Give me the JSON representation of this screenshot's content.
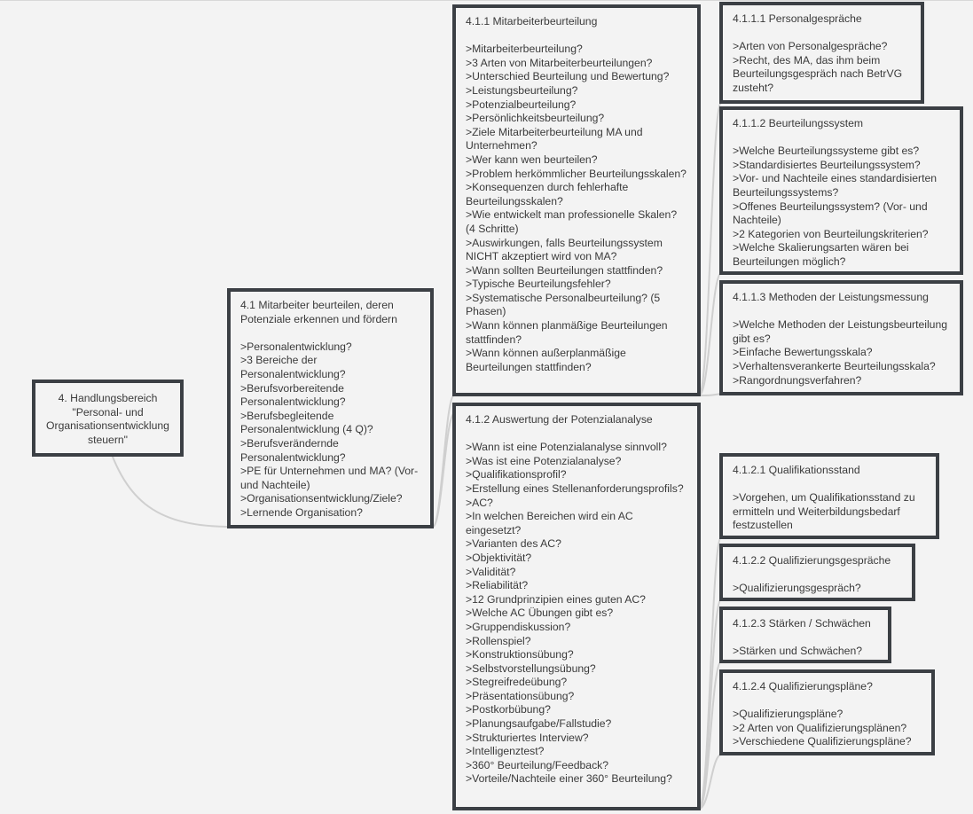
{
  "colors": {
    "background": "#f3f3f3",
    "border": "#3b3f44",
    "connector": "#cfcfcf",
    "text": "#3a3a3a"
  },
  "root": {
    "label": "4. Handlungsbereich \"Personal- und Organisationsentwicklung steuern\""
  },
  "n41": {
    "title": "4.1 Mitarbeiter beurteilen, deren Potenziale erkennen und fördern",
    "items": [
      ">Personalentwicklung?",
      ">3 Bereiche der Personalentwicklung?",
      ">Berufsvorbereitende Personalentwicklung?",
      ">Berufsbegleitende Personalentwicklung (4 Q)?",
      ">Berufsverändernde Personalentwicklung?",
      ">PE für Unternehmen und MA? (Vor- und Nachteile)",
      ">Organisationsentwicklung/Ziele?",
      ">Lernende Organisation?"
    ]
  },
  "n411": {
    "title": "4.1.1 Mitarbeiterbeurteilung",
    "items": [
      ">Mitarbeiterbeurteilung?",
      ">3 Arten von Mitarbeiterbeurteilungen?",
      ">Unterschied Beurteilung und Bewertung?",
      ">Leistungsbeurteilung?",
      ">Potenzialbeurteilung?",
      ">Persönlichkeitsbeurteilung?",
      ">Ziele Mitarbeiterbeurteilung MA und Unternehmen?",
      ">Wer kann wen beurteilen?",
      ">Problem herkömmlicher Beurteilungsskalen?",
      ">Konsequenzen durch fehlerhafte Beurteilungsskalen?",
      ">Wie entwickelt man professionelle Skalen? (4 Schritte)",
      ">Auswirkungen, falls Beurteilungssystem NICHT akzeptiert wird von MA?",
      ">Wann sollten Beurteilungen stattfinden?",
      ">Typische Beurteilungsfehler?",
      ">Systematische Personalbeurteilung? (5 Phasen)",
      ">Wann können planmäßige Beurteilungen stattfinden?",
      ">Wann können außerplanmäßige Beurteilungen stattfinden?"
    ]
  },
  "n412": {
    "title": "4.1.2 Auswertung der Potenzialanalyse",
    "items": [
      ">Wann ist eine Potenzialanalyse sinnvoll?",
      ">Was ist eine Potenzialanalyse?",
      ">Qualifikationsprofil?",
      ">Erstellung eines Stellenanforderungsprofils?",
      ">AC?",
      ">In welchen Bereichen wird ein AC eingesetzt?",
      ">Varianten des AC?",
      ">Objektivität?",
      ">Validität?",
      ">Reliabilität?",
      ">12 Grundprinzipien eines guten AC?",
      ">Welche AC Übungen gibt es?",
      ">Gruppendiskussion?",
      ">Rollenspiel?",
      ">Konstruktionsübung?",
      ">Selbstvorstellungsübung?",
      ">Stegreifredeübung?",
      ">Präsentationsübung?",
      ">Postkorbübung?",
      ">Planungsaufgabe/Fallstudie?",
      ">Strukturiertes Interview?",
      ">Intelligenztest?",
      ">360° Beurteilung/Feedback?",
      ">Vorteile/Nachteile einer 360° Beurteilung?"
    ]
  },
  "n4111": {
    "title": "4.1.1.1 Personalgespräche",
    "items": [
      ">Arten von Personalgespräche?",
      ">Recht, des MA, das ihm beim Beurteilungsgespräch nach BetrVG zusteht?"
    ]
  },
  "n4112": {
    "title": "4.1.1.2 Beurteilungssystem",
    "items": [
      ">Welche Beurteilungssysteme gibt es?",
      ">Standardisiertes Beurteilungssystem?",
      ">Vor- und Nachteile eines standardisierten Beurteilungssystems?",
      ">Offenes Beurteilungssystem? (Vor- und Nachteile)",
      ">2 Kategorien von Beurteilungskriterien?",
      ">Welche Skalierungsarten wären bei Beurteilungen möglich?"
    ]
  },
  "n4113": {
    "title": "4.1.1.3 Methoden der Leistungsmessung",
    "items": [
      ">Welche Methoden der Leistungsbeurteilung gibt es?",
      ">Einfache Bewertungsskala?",
      ">Verhaltensverankerte Beurteilungsskala?",
      ">Rangordnungsverfahren?"
    ]
  },
  "n4121": {
    "title": "4.1.2.1 Qualifikationsstand",
    "items": [
      ">Vorgehen, um Qualifikationsstand zu ermitteln und Weiterbildungsbedarf festzustellen"
    ]
  },
  "n4122": {
    "title": "4.1.2.2 Qualifizierungsgespräche",
    "items": [
      ">Qualifizierungsgespräch?"
    ]
  },
  "n4123": {
    "title": "4.1.2.3 Stärken / Schwächen",
    "items": [
      ">Stärken und Schwächen?"
    ]
  },
  "n4124": {
    "title": "4.1.2.4 Qualifizierungspläne?",
    "items": [
      ">Qualifizierungspläne?",
      ">2 Arten von Qualifizierungsplänen?",
      ">Verschiedene Qualifizierungspläne?"
    ]
  }
}
